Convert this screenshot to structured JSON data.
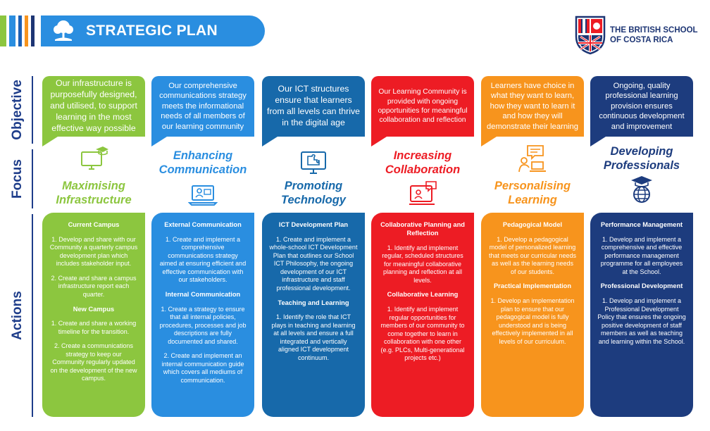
{
  "header": {
    "title": "STRATEGIC PLAN",
    "school_line1": "THE BRITISH SCHOOL",
    "school_line2": "OF COSTA RICA",
    "stripe_colors": [
      "#8cc63f",
      "#2a8ee0",
      "#1a5fb4",
      "#f7941d",
      "#1d3574",
      "#ed1c24",
      "#2a8ee0",
      "#8cc63f",
      "#1a5fb4"
    ]
  },
  "row_labels": {
    "objective": "Objective",
    "focus": "Focus",
    "actions": "Actions"
  },
  "columns": [
    {
      "color": "#8cc63f",
      "objective": "Our infrastructure is purposefully designed, and utilised, to support learning in the most effective way possible",
      "focus_line1": "Maximising",
      "focus_line2": "Infrastructure",
      "icon": "computer-graduation-icon",
      "actions": [
        {
          "type": "h",
          "text": "Current Campus"
        },
        {
          "type": "p",
          "text": "1. Develop and share with our Community a quarterly campus development plan which includes stakeholder input."
        },
        {
          "type": "p",
          "text": "2. Create and share a campus infrastructure report each quarter."
        },
        {
          "type": "h",
          "text": "New Campus"
        },
        {
          "type": "p",
          "text": "1. Create and share a working timeline for the transition."
        },
        {
          "type": "p",
          "text": "2. Create a communications strategy to keep our Community regularly updated on the development of the new campus."
        }
      ]
    },
    {
      "color": "#2a8ee0",
      "objective": "Our comprehensive communications strategy meets the informational needs of all members of our learning community",
      "focus_line1": "Enhancing",
      "focus_line2": "Communication",
      "icon": "laptop-user-icon",
      "actions": [
        {
          "type": "h",
          "text": "External Communication"
        },
        {
          "type": "p",
          "text": "1. Create and implement a comprehensive communications strategy aimed at ensuring efficient and effective communication with our stakeholders."
        },
        {
          "type": "h",
          "text": "Internal Communication"
        },
        {
          "type": "p",
          "text": "1. Create a strategy to ensure that all internal policies, procedures, processes and job descriptions are fully documented and shared."
        },
        {
          "type": "p",
          "text": "2. Create and implement an internal communication guide which covers all mediums of communication."
        }
      ]
    },
    {
      "color": "#1769aa",
      "objective": "Our ICT structures ensure that learners from all levels can thrive in the digital age",
      "focus_line1": "Promoting",
      "focus_line2": "Technology",
      "icon": "monitor-puzzle-icon",
      "actions": [
        {
          "type": "h",
          "text": "ICT Development Plan"
        },
        {
          "type": "p",
          "text": "1. Create and implement a whole-school ICT Development Plan that outlines our School ICT Philosophy, the ongoing development of our ICT infrastructure and staff professional development."
        },
        {
          "type": "h",
          "text": "Teaching and Learning"
        },
        {
          "type": "p",
          "text": "1. Identify the role that ICT plays in teaching and learning at all levels and ensure a full integrated and vertically aligned ICT development continuum."
        }
      ]
    },
    {
      "color": "#ed1c24",
      "objective": "Our Learning Community is provided with ongoing opportunities for meaningful collaboration and reflection",
      "focus_line1": "Increasing",
      "focus_line2": "Collaboration",
      "icon": "video-chat-icon",
      "actions": [
        {
          "type": "h",
          "text": "Collaborative Planning and Reflection"
        },
        {
          "type": "p",
          "text": "1. Identify and implement regular, scheduled structures for meaningful collaborative planning and reflection at all levels."
        },
        {
          "type": "h",
          "text": "Collaborative Learning"
        },
        {
          "type": "p",
          "text": "1. Identify and implement regular opportunities for members of our community to come together to learn in collaboration with one other (e.g. PLCs, Multi-generational projects etc.)"
        }
      ]
    },
    {
      "color": "#f7941d",
      "objective": "Learners have choice in what they want to learn, how they want to learn it and how they will demonstrate their learning",
      "focus_line1": "Personalising",
      "focus_line2": "Learning",
      "icon": "person-laptop-icon",
      "actions": [
        {
          "type": "h",
          "text": "Pedagogical Model"
        },
        {
          "type": "p",
          "text": "1. Develop a pedagogical model of personalized learning that meets our curricular needs as well as the learning needs of our students."
        },
        {
          "type": "h",
          "text": "Practical Implementation"
        },
        {
          "type": "p",
          "text": "1. Develop an implementation plan to ensure that our pedagogical model is fully understood and is being effectively implemented in all levels of our curriculum."
        }
      ]
    },
    {
      "color": "#1d3c7e",
      "objective": "Ongoing, quality professional learning provision ensures continuous development and improvement",
      "focus_line1": "Developing",
      "focus_line2": "Professionals",
      "icon": "globe-graduation-icon",
      "actions": [
        {
          "type": "h",
          "text": "Performance Management"
        },
        {
          "type": "p",
          "text": "1. Develop and implement a comprehensive and effective performance management programme for all employees at the School."
        },
        {
          "type": "h",
          "text": "Professional Development"
        },
        {
          "type": "p",
          "text": "1. Develop and implement a Professional Development Policy that ensures the ongoing positive development of staff members as well as teaching and learning within the School."
        }
      ]
    }
  ]
}
